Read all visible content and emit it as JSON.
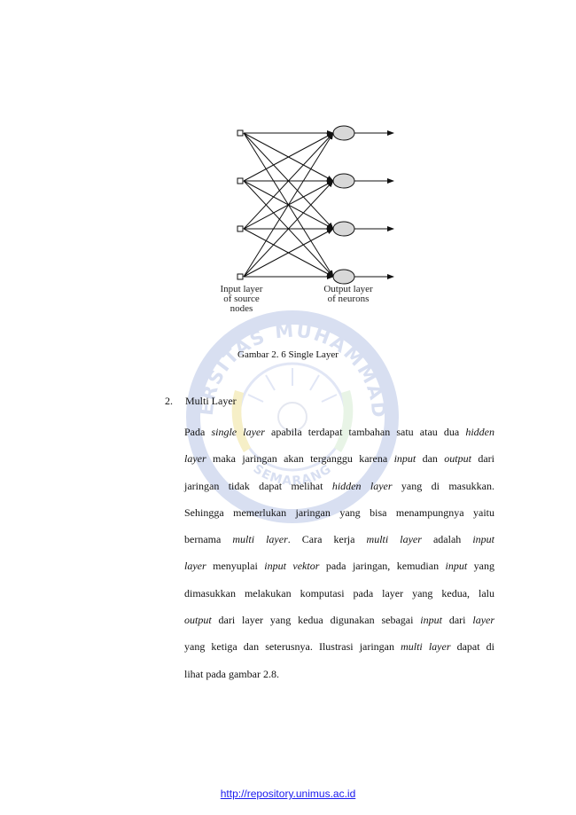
{
  "figure": {
    "input_label": [
      "Input layer",
      "of source",
      "nodes"
    ],
    "output_label": [
      "Output layer",
      "of neurons"
    ],
    "caption": "Gambar 2. 6 Single Layer"
  },
  "section": {
    "number": "2.",
    "title": "Multi Layer"
  },
  "paragraph_lines": [
    [
      {
        "t": "Pada "
      },
      {
        "t": "single layer",
        "i": true
      },
      {
        "t": " apabila terdapat tambahan satu atau dua "
      },
      {
        "t": "hidden",
        "i": true
      }
    ],
    [
      {
        "t": "layer",
        "i": true
      },
      {
        "t": " maka jaringan akan terganggu karena "
      },
      {
        "t": "input",
        "i": true
      },
      {
        "t": " dan "
      },
      {
        "t": "output",
        "i": true
      },
      {
        "t": " dari"
      }
    ],
    [
      {
        "t": "jaringan tidak dapat melihat "
      },
      {
        "t": "hidden layer",
        "i": true
      },
      {
        "t": " yang di masukkan."
      }
    ],
    [
      {
        "t": "Sehingga memerlukan jaringan yang bisa menampungnya yaitu"
      }
    ],
    [
      {
        "t": "bernama "
      },
      {
        "t": "multi layer",
        "i": true
      },
      {
        "t": ". Cara kerja "
      },
      {
        "t": "multi layer",
        "i": true
      },
      {
        "t": " adalah "
      },
      {
        "t": "input",
        "i": true
      }
    ],
    [
      {
        "t": "layer",
        "i": true
      },
      {
        "t": " menyuplai "
      },
      {
        "t": "input vektor",
        "i": true
      },
      {
        "t": " pada jaringan, kemudian "
      },
      {
        "t": "input",
        "i": true
      },
      {
        "t": " yang"
      }
    ],
    [
      {
        "t": "dimasukkan melakukan komputasi pada layer yang kedua, lalu"
      }
    ],
    [
      {
        "t": "output",
        "i": true
      },
      {
        "t": " dari layer yang kedua digunakan sebagai "
      },
      {
        "t": "input",
        "i": true
      },
      {
        "t": " dari "
      },
      {
        "t": "layer",
        "i": true
      }
    ],
    [
      {
        "t": "yang ketiga dan seterusnya. Ilustrasi jaringan "
      },
      {
        "t": "multi layer",
        "i": true
      },
      {
        "t": " dapat di"
      }
    ],
    [
      {
        "t": "lihat pada gambar 2.8."
      }
    ]
  ],
  "footer": {
    "link": "http://repository.unimus.ac.id"
  },
  "watermark": {
    "top_text": "UNIVERSITAS MUHAMMADIYAH",
    "bottom_text": "SEMARANG"
  },
  "colors": {
    "watermark_blue": "#b9c6e6",
    "watermark_yellow": "#efe29a",
    "link": "#1a1aee"
  }
}
